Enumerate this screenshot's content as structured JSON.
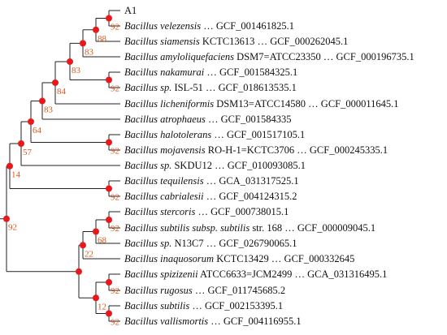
{
  "colors": {
    "branch": "#222222",
    "node": "#e8191c",
    "support": "#d9581c",
    "text": "#111111"
  },
  "taxa": [
    {
      "id": "t0",
      "species": "",
      "strain": "A1",
      "accession": ""
    },
    {
      "id": "t1",
      "species": "Bacillus velezensis",
      "strain": "",
      "accession": "GCF_001461825.1"
    },
    {
      "id": "t2",
      "species": "Bacillus siamensis",
      "strain": "KCTC13613",
      "accession": "GCF_000262045.1"
    },
    {
      "id": "t3",
      "species": "Bacillus amyloliquefaciens",
      "strain": "DSM7=ATCC23350",
      "accession": "GCF_000196735.1"
    },
    {
      "id": "t4",
      "species": "Bacillus nakamurai",
      "strain": "",
      "accession": "GCF_001584325.1"
    },
    {
      "id": "t5",
      "species": "Bacillus sp.",
      "strain": "ISL-51",
      "accession": "GCF_018613535.1"
    },
    {
      "id": "t6",
      "species": "Bacillus licheniformis",
      "strain": "DSM13=ATCC14580",
      "accession": "GCF_000011645.1"
    },
    {
      "id": "t7",
      "species": "Bacillus atrophaeus",
      "strain": "",
      "accession": "GCF_001584335"
    },
    {
      "id": "t8",
      "species": "Bacillus halotolerans",
      "strain": "",
      "accession": "GCF_001517105.1"
    },
    {
      "id": "t9",
      "species": "Bacillus mojavensis",
      "strain": "RO-H-1=KCTC3706",
      "accession": "GCF_000245335.1"
    },
    {
      "id": "t10",
      "species": "Bacillus sp.",
      "strain": "SKDU12",
      "accession": "GCF_010093085.1"
    },
    {
      "id": "t11",
      "species": "Bacillus tequilensis",
      "strain": "",
      "accession": "GCA_031317525.1"
    },
    {
      "id": "t12",
      "species": "Bacillus cabrialesii",
      "strain": "",
      "accession": "GCF_004124315.2"
    },
    {
      "id": "t13",
      "species": "Bacillus stercoris",
      "strain": "",
      "accession": "GCF_000738015.1"
    },
    {
      "id": "t14",
      "species": "Bacillus subtilis subsp. subtilis",
      "strain": "str. 168",
      "accession": "GCF_000009045.1"
    },
    {
      "id": "t15",
      "species": "Bacillus sp.",
      "strain": "N13C7",
      "accession": "GCF_026790065.1"
    },
    {
      "id": "t16",
      "species": "Bacillus inaquosorum",
      "strain": "KCTC13429",
      "accession": "GCF_000332645"
    },
    {
      "id": "t17",
      "species": "Bacillus spizizenii",
      "strain": "ATCC6633=JCM2499",
      "accession": "GCA_031316495.1"
    },
    {
      "id": "t18",
      "species": "Bacillus rugosus",
      "strain": "",
      "accession": "GCF_011745685.2"
    },
    {
      "id": "t19",
      "species": "Bacillus subtilis",
      "strain": "",
      "accession": "GCF_002153395.1"
    },
    {
      "id": "t20",
      "species": "Bacillus vallismortis",
      "strain": "",
      "accession": "GCF_004116955.1"
    }
  ],
  "clades": [
    {
      "id": "n1",
      "children": [
        "t0",
        "t1"
      ],
      "support": "92"
    },
    {
      "id": "n2",
      "children": [
        "n1",
        "t2"
      ],
      "support": "88"
    },
    {
      "id": "n3",
      "children": [
        "n2",
        "t3"
      ],
      "support": "83"
    },
    {
      "id": "n4",
      "children": [
        "t4",
        "t5"
      ],
      "support": "92"
    },
    {
      "id": "n5",
      "children": [
        "n3",
        "n4"
      ],
      "support": "83"
    },
    {
      "id": "n6",
      "children": [
        "n5",
        "t6"
      ],
      "support": "84"
    },
    {
      "id": "n7",
      "children": [
        "n6",
        "t7"
      ],
      "support": "83"
    },
    {
      "id": "n8",
      "children": [
        "t8",
        "t9"
      ],
      "support": "92"
    },
    {
      "id": "n9",
      "children": [
        "n7",
        "n8"
      ],
      "support": "64"
    },
    {
      "id": "n10",
      "children": [
        "n9",
        "t10"
      ],
      "support": "57"
    },
    {
      "id": "n11",
      "children": [
        "t11",
        "t12"
      ],
      "support": "92"
    },
    {
      "id": "n12",
      "children": [
        "n10",
        "n11"
      ],
      "support": "14"
    },
    {
      "id": "n13",
      "children": [
        "t13",
        "t14"
      ],
      "support": "92"
    },
    {
      "id": "n14",
      "children": [
        "n13",
        "t15"
      ],
      "support": "68"
    },
    {
      "id": "n15",
      "children": [
        "n14",
        "t16"
      ],
      "support": "22"
    },
    {
      "id": "n16",
      "children": [
        "t17",
        "t18"
      ],
      "support": "92"
    },
    {
      "id": "n17",
      "children": [
        "t19",
        "t20"
      ],
      "support": "92"
    },
    {
      "id": "n18",
      "children": [
        "n16",
        "n17"
      ],
      "support": "12"
    },
    {
      "id": "n19",
      "children": [
        "n15",
        "n18"
      ],
      "support": ""
    },
    {
      "id": "root",
      "children": [
        "n12",
        "n19"
      ],
      "support": "92"
    }
  ]
}
